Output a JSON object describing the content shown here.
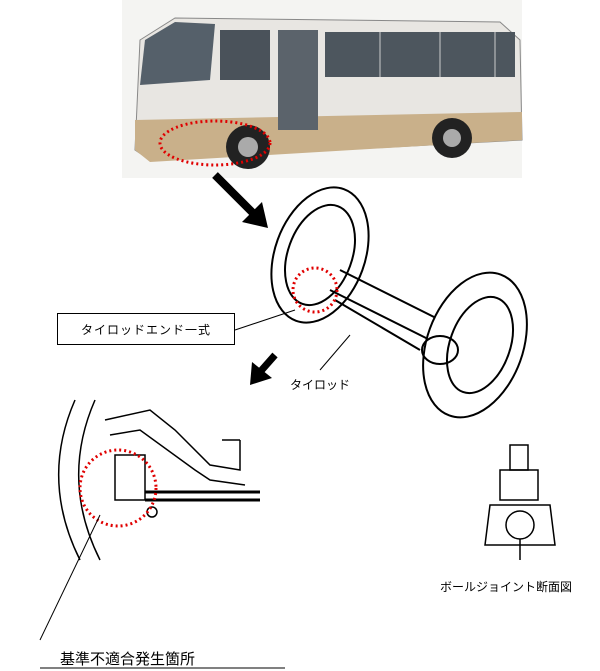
{
  "labels": {
    "tie_rod_end_assembly": "タイロッドエンド一式",
    "tie_rod": "タイロッド",
    "ball_joint_section": "ボールジョイント断面図",
    "nonconformity_location": "基準不適合発生箇所"
  },
  "colors": {
    "highlight_circle": "#e00000",
    "bus_body": "#e8e6e2",
    "bus_lower": "#c9b08a"
  }
}
